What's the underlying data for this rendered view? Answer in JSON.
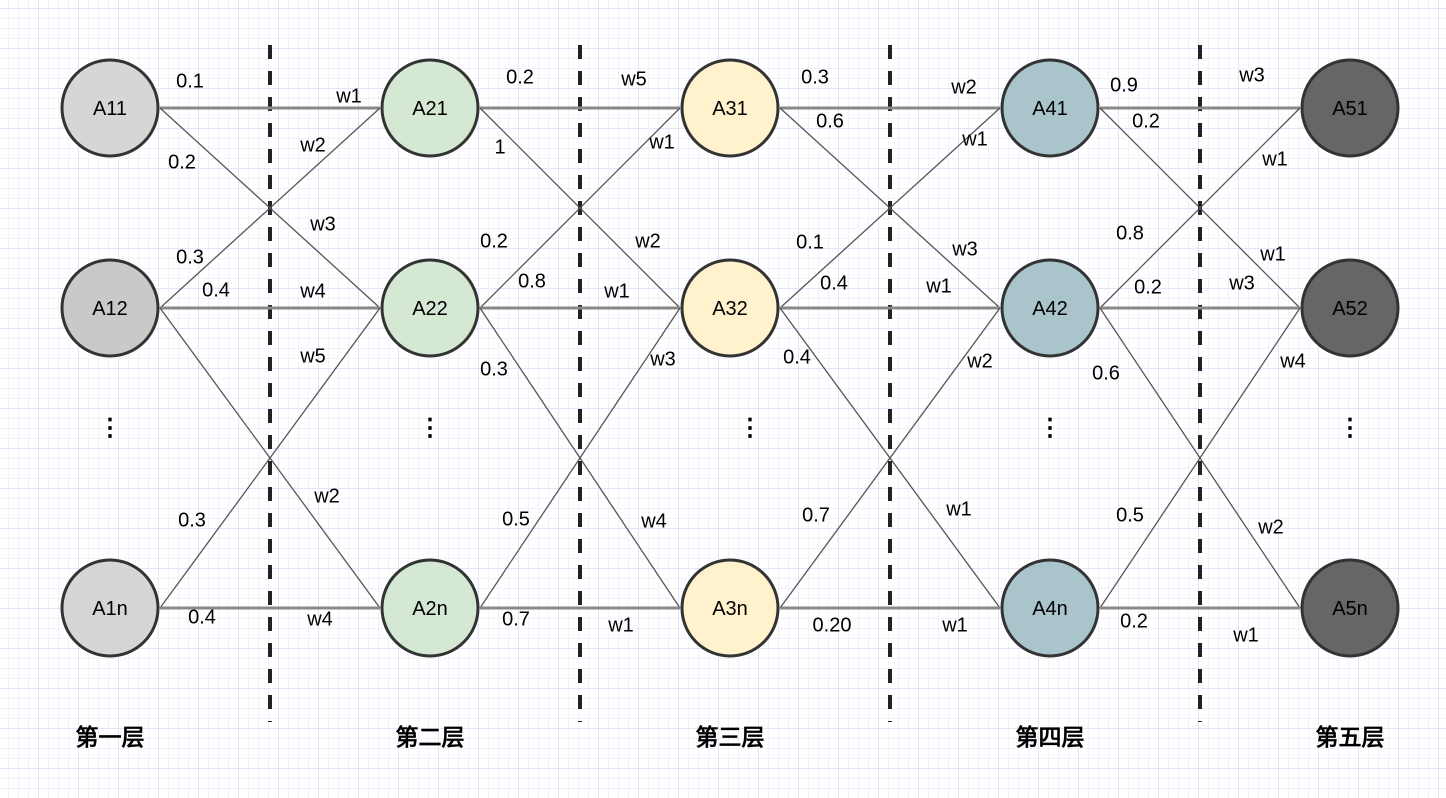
{
  "layers": [
    {
      "title": "第一层",
      "color": "#d6d6d6",
      "nodes": [
        "A11",
        "A12",
        "A1n"
      ]
    },
    {
      "title": "第二层",
      "color": "#d5e8d4",
      "nodes": [
        "A21",
        "A22",
        "A2n"
      ]
    },
    {
      "title": "第三层",
      "color": "#fff2cc",
      "nodes": [
        "A31",
        "A32",
        "A3n"
      ]
    },
    {
      "title": "第四层",
      "color": "#a9c4cb",
      "nodes": [
        "A41",
        "A42",
        "A4n"
      ]
    },
    {
      "title": "第五层",
      "color": "#666666",
      "nodes": [
        "A51",
        "A52",
        "A5n"
      ]
    }
  ],
  "ellipsis": "⋮",
  "edge_labels": [
    [
      "0.1",
      "0.2",
      "0.3",
      "0.4",
      "0.3",
      "0.4",
      "w1",
      "w2",
      "w3",
      "w4",
      "w5",
      "w2",
      "w4"
    ],
    [
      "0.2",
      "1",
      "0.2",
      "0.8",
      "0.3",
      "0.5",
      "0.7",
      "w5",
      "w1",
      "w2",
      "w1",
      "w3",
      "w4",
      "w1"
    ],
    [
      "0.3",
      "0.6",
      "0.1",
      "0.4",
      "0.4",
      "0.7",
      "0.20",
      "w2",
      "w1",
      "w3",
      "w1",
      "w2",
      "w1",
      "w1"
    ],
    [
      "0.9",
      "0.2",
      "0.8",
      "0.2",
      "0.6",
      "0.5",
      "0.2",
      "w3",
      "w1",
      "w1",
      "w3",
      "w4",
      "w2",
      "w1"
    ]
  ]
}
